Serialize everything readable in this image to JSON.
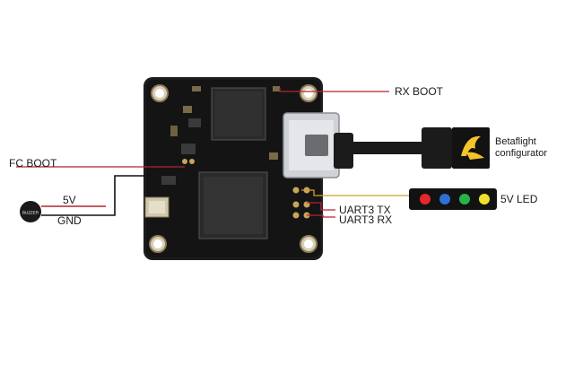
{
  "labels": {
    "rx_boot": "RX BOOT",
    "fc_boot": "FC BOOT",
    "five_v": "5V",
    "gnd": "GND",
    "uart3_tx": "UART3 TX",
    "uart3_rx": "UART3 RX",
    "five_v_led": "5V LED",
    "betaflight_line1": "Betaflight",
    "betaflight_line2": "configurator",
    "buzzer": "BUZZER"
  },
  "led_colors": [
    "#e8262b",
    "#2f6fd6",
    "#27b34a",
    "#f1e02b"
  ],
  "colors": {
    "board": "#1c1c1c",
    "leader_red": "#b0262e",
    "wire_black": "#111111"
  }
}
